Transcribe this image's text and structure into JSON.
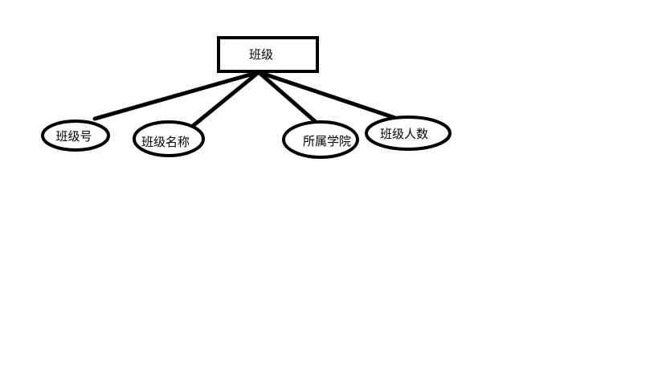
{
  "entity": {
    "label": "班级"
  },
  "attributes": [
    {
      "label": "班级号"
    },
    {
      "label": "班级名称"
    },
    {
      "label": "所属学院"
    },
    {
      "label": "班级人数"
    }
  ],
  "colors": {
    "stroke": "#000000",
    "background": "#ffffff"
  }
}
